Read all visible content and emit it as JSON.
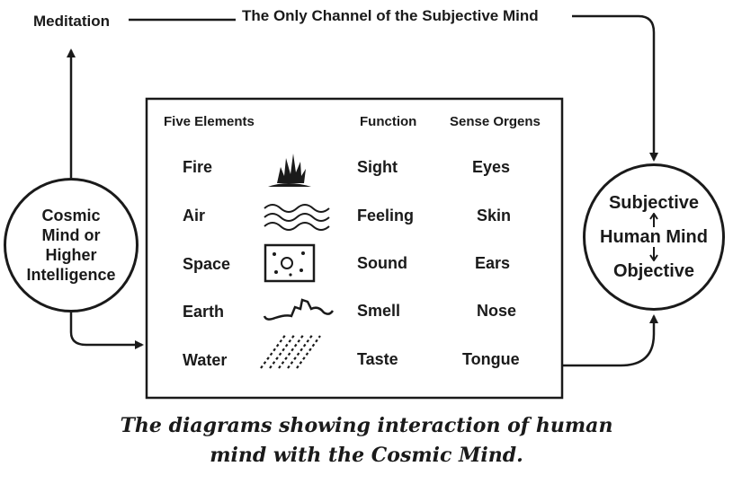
{
  "labels": {
    "meditation": "Meditation",
    "channel": "The Only Channel of the Subjective Mind"
  },
  "cosmic_mind": {
    "lines": [
      "Cosmic",
      "Mind or",
      "Higher",
      "Intelligence"
    ]
  },
  "human_mind": {
    "subjective": "Subjective",
    "human_mind": "Human Mind",
    "objective": "Objective"
  },
  "table": {
    "headers": {
      "elements": "Five Elements",
      "function": "Function",
      "sense_organs": "Sense Orgens"
    },
    "rows": [
      {
        "element": "Fire",
        "icon": "fire-icon",
        "function": "Sight",
        "organ": "Eyes"
      },
      {
        "element": "Air",
        "icon": "air-waves-icon",
        "function": "Feeling",
        "organ": "Skin"
      },
      {
        "element": "Space",
        "icon": "space-box-icon",
        "function": "Sound",
        "organ": "Ears"
      },
      {
        "element": "Earth",
        "icon": "earth-line-icon",
        "function": "Smell",
        "organ": "Nose"
      },
      {
        "element": "Water",
        "icon": "water-dashes-icon",
        "function": "Taste",
        "organ": "Tongue"
      }
    ]
  },
  "caption": {
    "line1": "The diagrams showing interaction of human",
    "line2": "mind with the Cosmic Mind."
  }
}
